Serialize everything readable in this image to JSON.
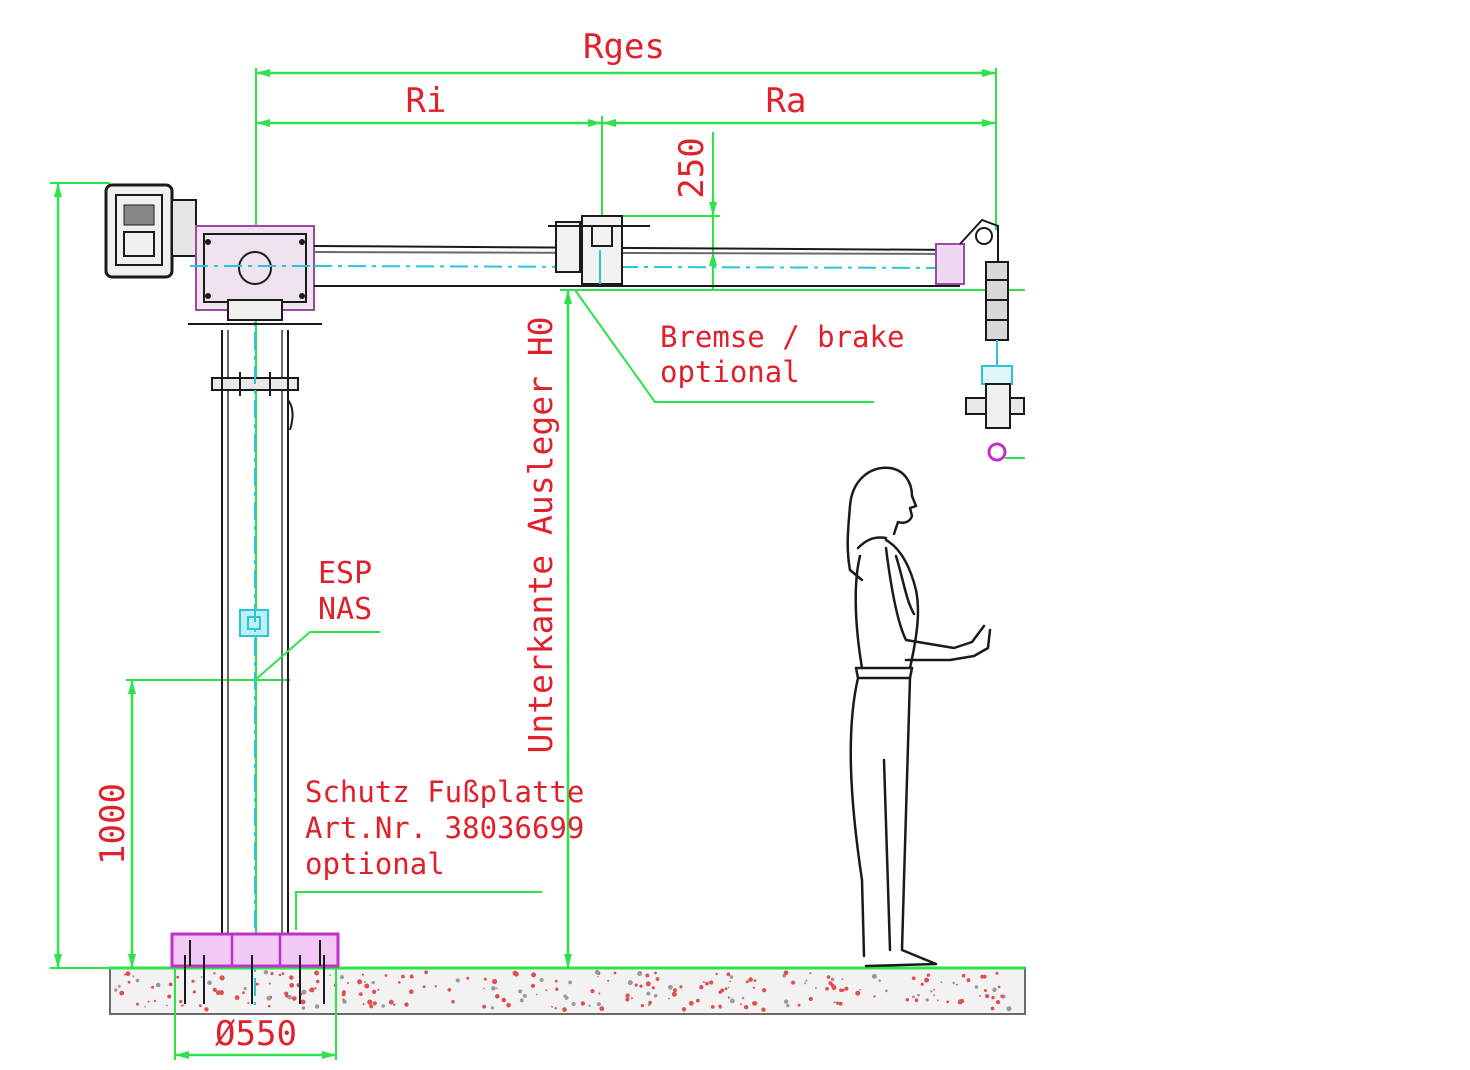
{
  "labels": {
    "rges": "Rges",
    "ri": "Ri",
    "ra": "Ra",
    "dim_250": "250",
    "brake_line1": "Bremse / brake",
    "brake_line2": "optional",
    "esp": "ESP",
    "nas": "NAS",
    "boom_height": "Unterkante Ausleger H0",
    "dim_1000": "1000",
    "schutz_line1": "Schutz Fußplatte",
    "schutz_line2": "Art.Nr. 38036699",
    "schutz_line3": "optional",
    "diameter": "Ø550"
  },
  "colors": {
    "dimension": "#2ee24a",
    "label": "#e0202a",
    "centerline": "#27c6d8",
    "outline": "#1a1a1a",
    "footplate": "#c030c8",
    "concrete_speckle": "#e05050"
  },
  "icons": {
    "person": "standing-woman-figure",
    "motor": "slew-drive-motor",
    "hoist": "chain-hoist"
  }
}
